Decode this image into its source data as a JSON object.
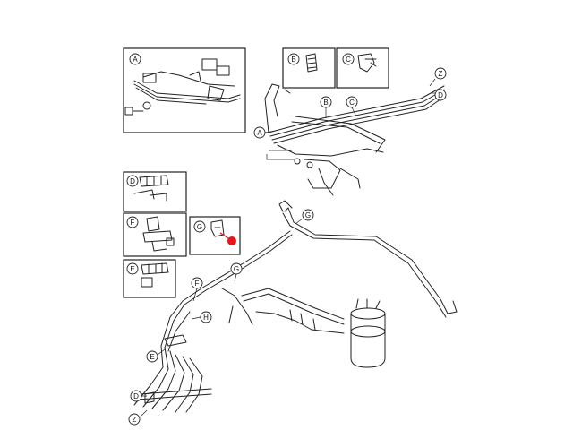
{
  "callouts": {
    "a": "A",
    "b": "B",
    "c": "C",
    "d": "D",
    "e": "E",
    "f": "F",
    "g": "G",
    "h": "H",
    "z": "Z"
  },
  "colors": {
    "highlight": "#e8141c",
    "line": "#222222",
    "background": "#ffffff"
  }
}
